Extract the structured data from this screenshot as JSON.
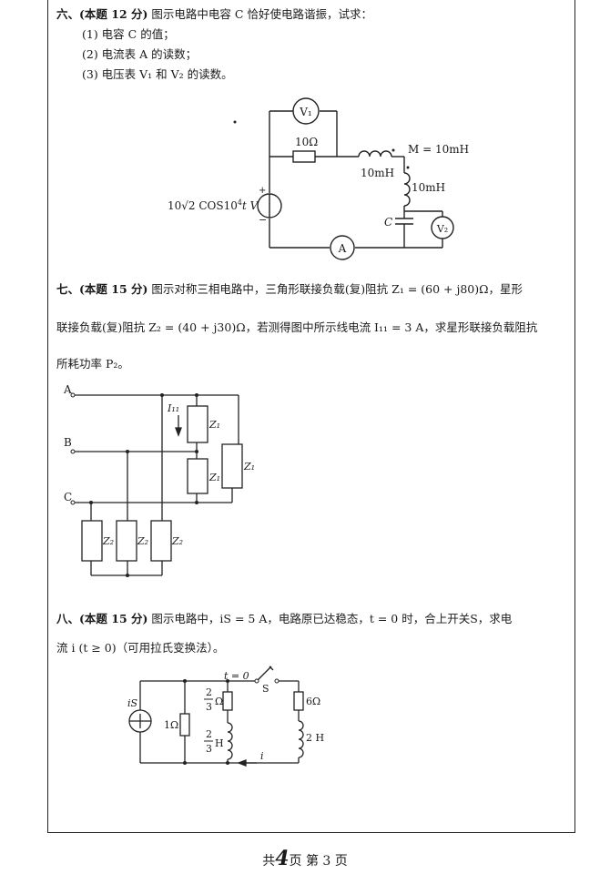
{
  "q6": {
    "num": "六、(",
    "score": "本题 12 分",
    "close": ")",
    "stem": " 图示电路中电容 C 恰好使电路谐振，试求：",
    "items": [
      "(1)  电容 C 的值；",
      "(2)  电流表 A 的读数；",
      "(3)  电压表 V₁ 和 V₂ 的读数。"
    ],
    "fig": {
      "V1": "V₁",
      "V2": "V₂",
      "A": "A",
      "R": "10Ω",
      "M": "M = 10mH",
      "L1": "10mH",
      "L2": "10mH",
      "C": "C",
      "src_pre": "10√2 COS10",
      "src_exp": "4",
      "src_post": "t V",
      "plus": "+",
      "minus": "−"
    }
  },
  "q7": {
    "num": "七、(",
    "score": "本题 15 分",
    "close": ")",
    "line1": " 图示对称三相电路中，三角形联接负载(复)阻抗 Z₁ = (60 + j80)Ω，星形",
    "line2": "联接负载(复)阻抗 Z₂ = (40 + j30)Ω，若测得图中所示线电流 I₁₁ = 3 A，求星形联接负载阻抗",
    "line3": "所耗功率 P₂。",
    "fig": {
      "A": "A",
      "B": "B",
      "C": "C",
      "I": "I₁₁",
      "Z1": "Z₁",
      "Z2": "Z₂"
    }
  },
  "q8": {
    "num": "八、(",
    "score": "本题 15 分",
    "close": ")",
    "line1": " 图示电路中，iS = 5 A，电路原已达稳态，t = 0 时，合上开关S，求电",
    "line2": "流 i (t ≥ 0)（可用拉氏变换法）。",
    "fig": {
      "is": "iS",
      "R1": "1Ω",
      "R2a": "2",
      "R2b": "3",
      "R2u": "Ω",
      "L1a": "2",
      "L1b": "3",
      "L1u": "H",
      "t0": "t = 0",
      "S": "S",
      "R3": "6Ω",
      "L2": "2 H",
      "i": "i"
    }
  },
  "footer": {
    "pre": "共",
    "total": "4",
    "mid": "页  第 3 页"
  }
}
